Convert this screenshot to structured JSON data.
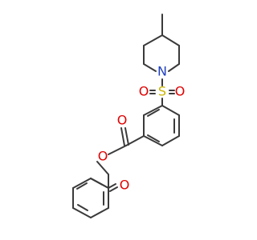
{
  "molecule": {
    "atoms": {
      "n1": "N",
      "s1": "S",
      "o_s_left": "O",
      "o_s_right": "O",
      "o_ester_carbonyl": "O",
      "o_ester_link": "O",
      "o_ketone": "O"
    },
    "colors": {
      "bond": "#3a3a3a",
      "nitrogen": "#1f3fbf",
      "oxygen": "#e00000",
      "sulfur": "#c8b400"
    }
  }
}
